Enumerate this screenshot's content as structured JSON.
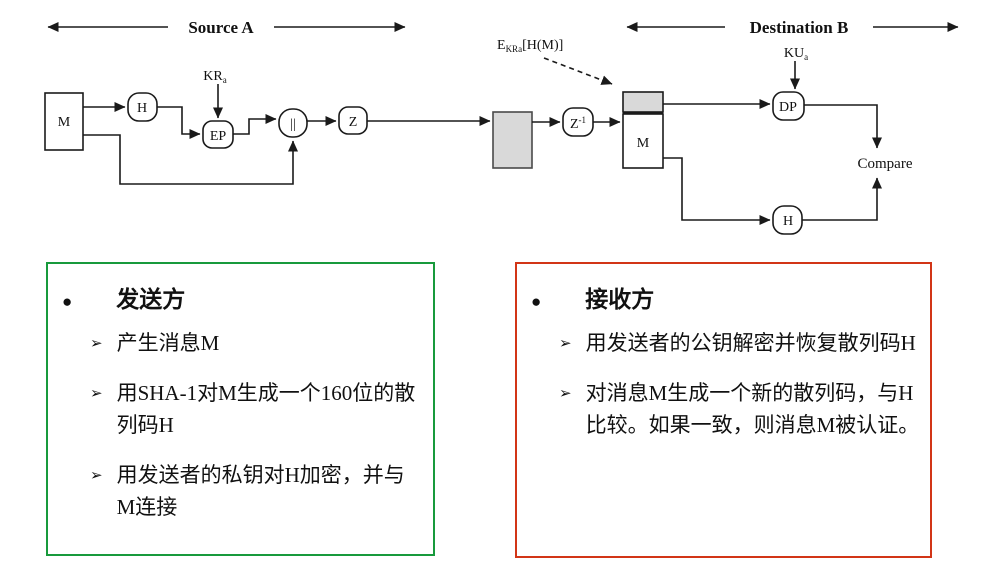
{
  "diagram": {
    "source_span_label": "Source A",
    "destination_span_label": "Destination B",
    "compare_label": "Compare",
    "kra": {
      "base": "KR",
      "sub": "a"
    },
    "kua": {
      "base": "KU",
      "sub": "a"
    },
    "ekra": {
      "base": "E",
      "sub": "KRa",
      "suffix": "[H(M)]"
    },
    "nodes": {
      "source_message": "M",
      "source_hash": "H",
      "encrypt": "EP",
      "concat": "||",
      "compress": "Z",
      "decompress": {
        "base": "Z",
        "sup": "-1"
      },
      "received_message": "M",
      "decrypt": "DP",
      "dest_hash": "H"
    },
    "line_color": "#1a1a1a",
    "shaded_fill": "#d9d9d9"
  },
  "sender_box": {
    "border_color": "#189a3c",
    "bullet": "●",
    "tick": "➢",
    "title": "发送方",
    "items": [
      "产生消息M",
      "用SHA-1对M生成一个160位的散列码H",
      "用发送者的私钥对H加密，并与M连接"
    ]
  },
  "receiver_box": {
    "border_color": "#d23517",
    "bullet": "●",
    "tick": "➢",
    "title": "接收方",
    "items": [
      "用发送者的公钥解密并恢复散列码H",
      "对消息M生成一个新的散列码，与H比较。如果一致，则消息M被认证。"
    ]
  }
}
